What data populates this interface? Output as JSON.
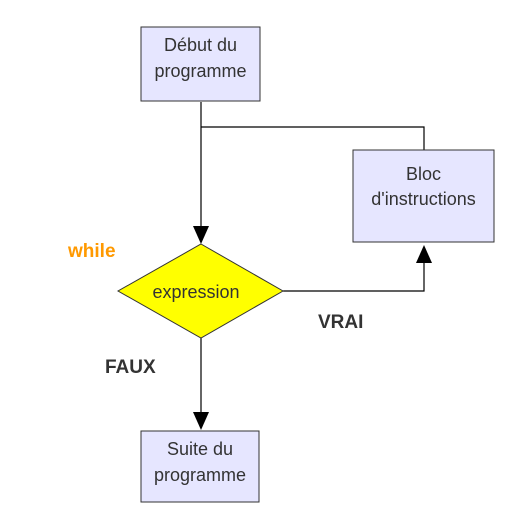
{
  "colors": {
    "box_fill": "#e6e6ff",
    "box_stroke": "#333333",
    "decision_fill": "#ffff00",
    "line": "#000000",
    "keyword": "#ff9900",
    "branch_label": "#333333"
  },
  "nodes": {
    "start": {
      "line1": "Début du",
      "line2": "programme"
    },
    "block": {
      "line1": "Bloc",
      "line2": "d'instructions"
    },
    "decision": {
      "label": "expression"
    },
    "end": {
      "line1": "Suite du",
      "line2": "programme"
    }
  },
  "labels": {
    "keyword": "while",
    "true_branch": "VRAI",
    "false_branch": "FAUX"
  }
}
